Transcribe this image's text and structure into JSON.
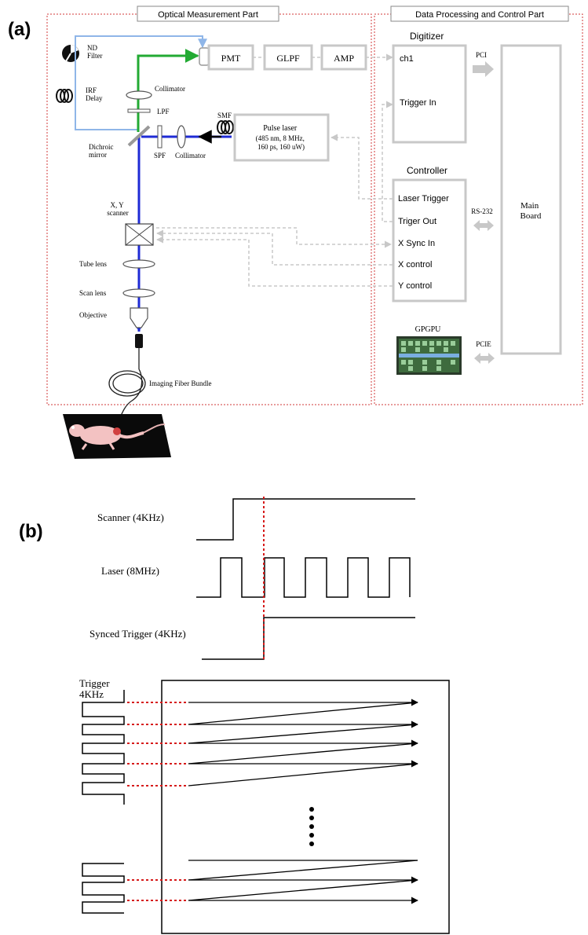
{
  "panel_a": {
    "label": "(a)",
    "optical_title": "Optical Measurement Part",
    "data_title": "Data Processing and Control Part",
    "nd_filter": [
      "ND",
      "Filter"
    ],
    "irf_delay": [
      "IRF",
      "Delay"
    ],
    "collimator_top": "Collimator",
    "lpf": "LPF",
    "dichroic": [
      "Dichroic",
      "mirror"
    ],
    "spf": "SPF",
    "collimator_bottom": "Collimator",
    "smf": "SMF",
    "pulse_laser": [
      "Pulse laser",
      "(485 nm, 8 MHz,",
      "160 ps, 160 uW)"
    ],
    "pmt": "PMT",
    "glpf": "GLPF",
    "amp": "AMP",
    "scanner": [
      "X, Y",
      "scanner"
    ],
    "tube_lens": "Tube lens",
    "scan_lens": "Scan lens",
    "objective": "Objective",
    "fiber_bundle": "Imaging Fiber Bundle",
    "digitizer": "Digitizer",
    "ch1": "ch1",
    "trigger_in": "Trigger In",
    "pci": "PCI",
    "controller": "Controller",
    "ctrl_items": [
      "Laser Trigger",
      "Triger Out",
      "X Sync In",
      "X control",
      "Y control"
    ],
    "rs232": "RS-232",
    "main_board": [
      "Main",
      "Board"
    ],
    "gpgpu": "GPGPU",
    "pcie": "PCIE",
    "colors": {
      "blue_beam": "#1f2bd6",
      "green_beam": "#22aa33",
      "light_blue": "#8fb6e8",
      "part_border": "#d23a3a",
      "gray": "#c8c8c8"
    }
  },
  "panel_b": {
    "label": "(b)",
    "scanner": "Scanner (4KHz)",
    "laser": "Laser (8MHz)",
    "synced": "Synced Trigger (4KHz)",
    "trigger": [
      "Trigger",
      "4KHz"
    ],
    "colors": {
      "sync_line": "#d61a1a"
    }
  }
}
